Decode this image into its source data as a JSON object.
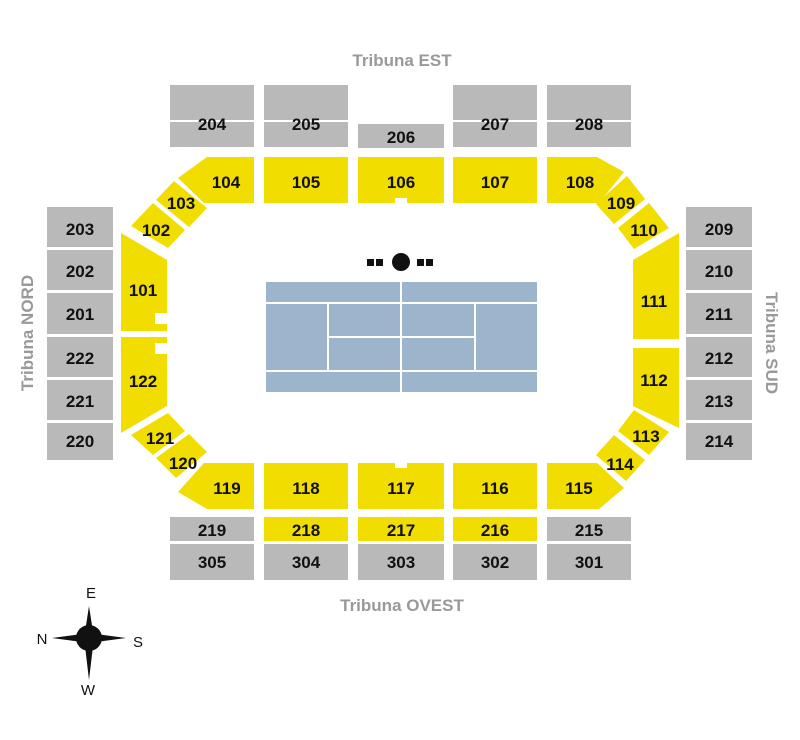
{
  "colors": {
    "upper_tier": "#b9b9b9",
    "lower_tier": "#f2dd00",
    "court": "#9db5cc",
    "court_lines": "#ffffff",
    "tribuna_text": "#999999",
    "section_text": "#111111"
  },
  "tribunes": {
    "est": "Tribuna EST",
    "ovest": "Tribuna OVEST",
    "nord": "Tribuna NORD",
    "sud": "Tribuna SUD"
  },
  "sections": {
    "upper_east": [
      "204",
      "205",
      "206",
      "207",
      "208"
    ],
    "upper_north": [
      "203",
      "202",
      "201",
      "222",
      "221",
      "220"
    ],
    "upper_south": [
      "209",
      "210",
      "211",
      "212",
      "213",
      "214"
    ],
    "west_row_1": [
      "219",
      "218",
      "217",
      "216",
      "215"
    ],
    "west_row_2": [
      "305",
      "304",
      "303",
      "302",
      "301"
    ],
    "lower_east": [
      "104",
      "105",
      "106",
      "107",
      "108"
    ],
    "lower_west": [
      "119",
      "118",
      "117",
      "116",
      "115"
    ],
    "corners": [
      "103",
      "102",
      "109",
      "110",
      "121",
      "120",
      "113",
      "114"
    ],
    "lower_north": [
      "101",
      "122"
    ],
    "lower_south": [
      "111",
      "112"
    ]
  },
  "compass": {
    "n": "N",
    "e": "E",
    "s": "S",
    "w": "W",
    "icon": "compass-rose-icon"
  },
  "symbols": {
    "umpire_chair": "umpire-chair-icon"
  }
}
